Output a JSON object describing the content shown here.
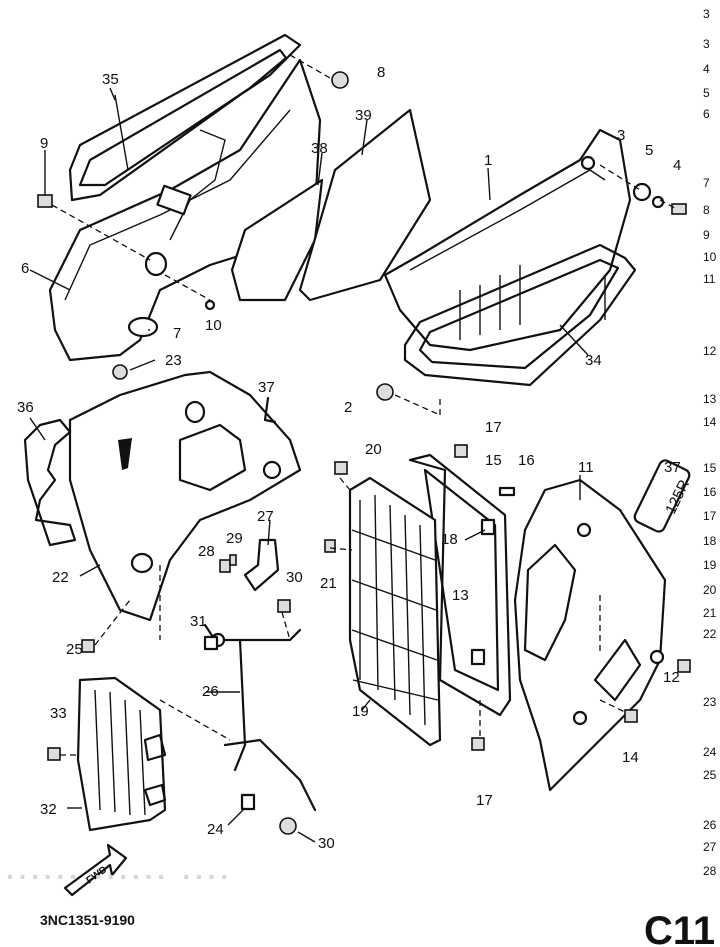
{
  "part_labels": [
    "1",
    "2",
    "3",
    "4",
    "5",
    "6",
    "7",
    "8",
    "9",
    "10",
    "11",
    "12",
    "13",
    "14",
    "15",
    "16",
    "17",
    "17",
    "18",
    "19",
    "20",
    "21",
    "22",
    "23",
    "24",
    "25",
    "26",
    "27",
    "28",
    "29",
    "30",
    "30",
    "31",
    "32",
    "33",
    "34",
    "35",
    "36",
    "37",
    "37",
    "38",
    "39"
  ],
  "side_index": [
    "3",
    "3",
    "4",
    "5",
    "6",
    "7",
    "8",
    "9",
    "10",
    "11",
    "12",
    "13",
    "14",
    "15",
    "16",
    "17",
    "18",
    "19",
    "20",
    "21",
    "22",
    "23",
    "24",
    "25",
    "26",
    "27",
    "28"
  ],
  "fwd_label": "FWD",
  "decal_text": "125R",
  "catalog_code": "3NC1351-9190",
  "page_code": "C11",
  "colors": {
    "ink": "#111111",
    "paper": "#ffffff"
  }
}
